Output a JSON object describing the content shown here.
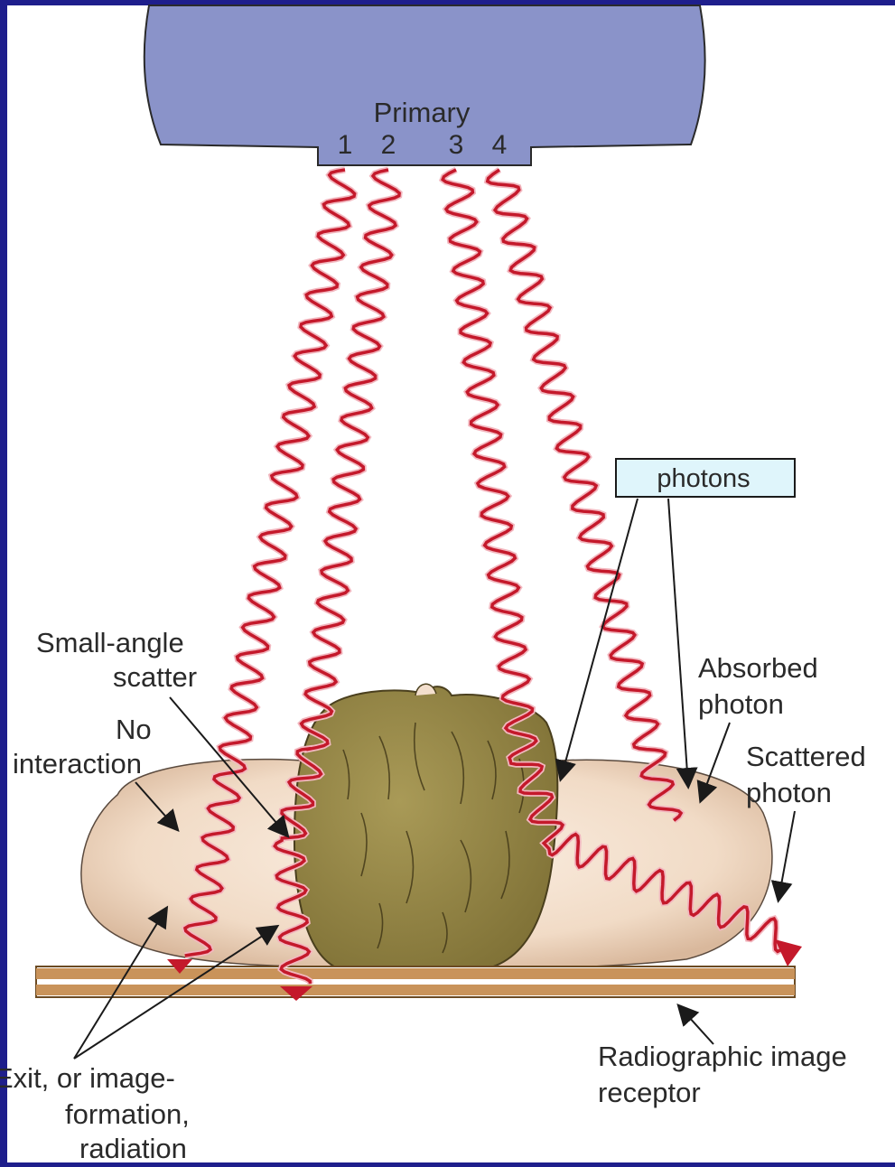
{
  "tube": {
    "title": "Primary",
    "beam_numbers": [
      "1",
      "2",
      "3",
      "4"
    ]
  },
  "callout": {
    "text": "photons"
  },
  "labels": {
    "small_angle_1": "Small-angle",
    "small_angle_2": "scatter",
    "no_interaction_1": "No",
    "no_interaction_2": "interaction",
    "absorbed_1": "Absorbed",
    "absorbed_2": "photon",
    "scattered_1": "Scattered",
    "scattered_2": "photon",
    "receptor_1": "Radiographic image",
    "receptor_2": "receptor",
    "exit_1": "Exit, or image-",
    "exit_2": "formation,",
    "exit_3": "radiation"
  },
  "colors": {
    "background": "#1e1e8c",
    "panel": "#ffffff",
    "tube": "#8a93c9",
    "wave": "#c4192b",
    "wave_glow": "#f2b7bf",
    "body": "#f3dfcd",
    "head": "#9c8d4b",
    "receptor": "#c9935a",
    "callout_fill": "#dff5fb"
  }
}
